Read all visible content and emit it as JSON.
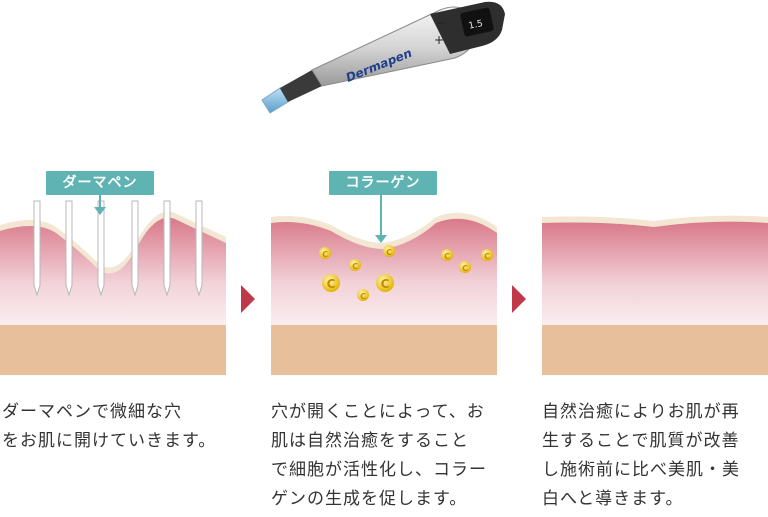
{
  "device": {
    "brand_text": "Dermapen",
    "icon": "dermapen-device-illustration"
  },
  "panels": [
    {
      "label": "ダーマペン",
      "caption": "ダーマペンで微細な穴\nをお肌に開けていきます。"
    },
    {
      "label": "コラーゲン",
      "caption": "穴が開くことによって、お\n肌は自然治癒をすること\nで細胞が活性化し、コラー\nゲンの生成を促します。"
    },
    {
      "label": "",
      "caption": "自然治癒によりお肌が再\n生することで肌質が改善\nし施術前に比べ美肌・美\n白へと導きます。"
    }
  ],
  "collagen_marker": "C",
  "colors": {
    "label_bg": "#5fb3b3",
    "arrow": "#c0394a",
    "skin_top": "#d9798a",
    "skin_bottom": "#e8bf9b"
  }
}
